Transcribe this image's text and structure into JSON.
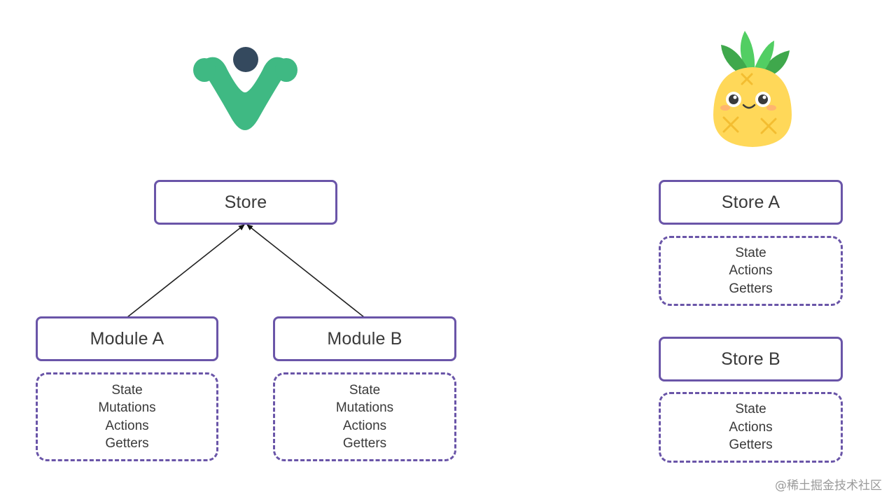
{
  "left_section": {
    "logo_icon": "vuex-logo-icon",
    "store_label": "Store",
    "modules": [
      {
        "label": "Module A",
        "items": [
          "State",
          "Mutations",
          "Actions",
          "Getters"
        ]
      },
      {
        "label": "Module B",
        "items": [
          "State",
          "Mutations",
          "Actions",
          "Getters"
        ]
      }
    ]
  },
  "right_section": {
    "logo_icon": "pinia-logo-icon",
    "stores": [
      {
        "label": "Store A",
        "items": [
          "State",
          "Actions",
          "Getters"
        ]
      },
      {
        "label": "Store B",
        "items": [
          "State",
          "Actions",
          "Getters"
        ]
      }
    ]
  },
  "watermark": "@稀土掘金技术社区",
  "colors": {
    "box_border": "#6a55a8",
    "text": "#3a3a3a",
    "vuex_green": "#3fb983",
    "vuex_dark": "#34495e",
    "pinia_yellow": "#ffd859",
    "pinia_leaf": "#52ce63"
  }
}
